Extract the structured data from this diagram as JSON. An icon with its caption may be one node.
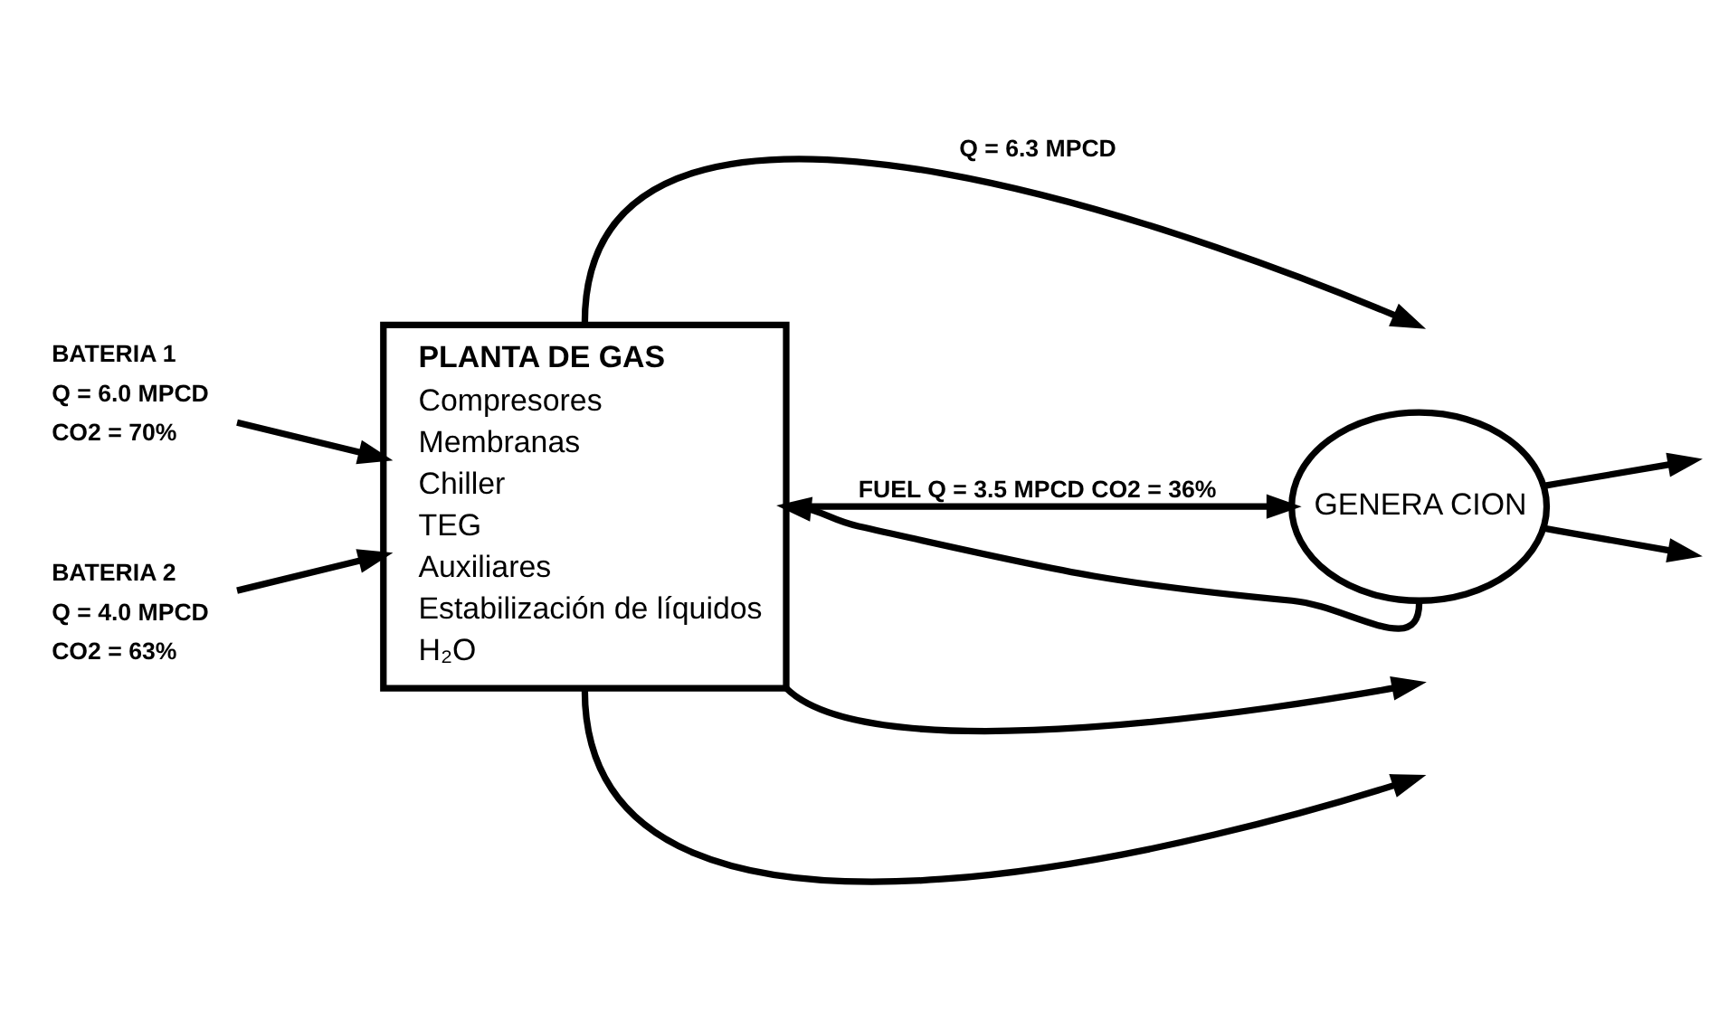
{
  "diagram": {
    "nodes": [
      {
        "text": [
          "BATERIA 1",
          "Q = 6.0 MPCD",
          "CO2 = 70%"
        ]
      },
      {
        "text": [
          "BATERIA 2",
          "Q = 4.0 MPCD",
          "CO2 = 63%"
        ]
      },
      {
        "text": [
          "PLANTA DE GAS",
          "Compresores",
          "Membranas",
          "Chiller",
          "TEG",
          "Auxiliares",
          "Estabilización de líquidos",
          "H₂O"
        ]
      },
      {
        "text": [
          "GENERA CION"
        ]
      }
    ],
    "edges": [
      {
        "from": 0,
        "to": 2,
        "arrow": "to"
      },
      {
        "from": 1,
        "to": 2,
        "arrow": "to"
      },
      {
        "from": 2,
        "to": 3,
        "arrow": "to",
        "label": "FUEL Q = 3.5 MPCD CO2 = 36%"
      },
      {
        "from": 2,
        "to": null,
        "arrow": "to",
        "label": "Q = 6.3 MPCD"
      },
      {
        "from": 3,
        "to": null,
        "arrow": "to"
      },
      {
        "from": 3,
        "to": null,
        "arrow": "to"
      },
      {
        "from": 3,
        "to": 2,
        "arrow": "to"
      },
      {
        "from": 2,
        "to": null,
        "arrow": "to"
      },
      {
        "from": 2,
        "to": null,
        "arrow": "to"
      }
    ]
  }
}
